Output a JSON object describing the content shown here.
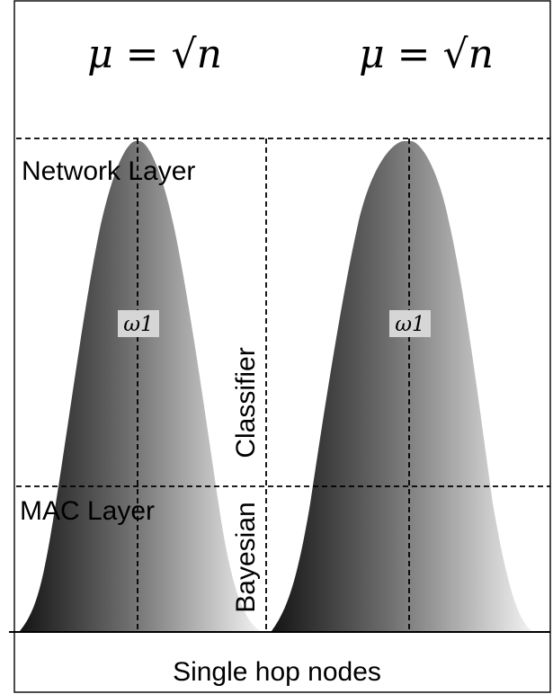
{
  "formulas": {
    "left": "μ = √n",
    "right": "μ = √n"
  },
  "labels": {
    "network_layer": "Network Layer",
    "mac_layer": "MAC Layer",
    "classifier": "Classifier",
    "bayesian": "Bayesian",
    "footer": "Single hop nodes"
  },
  "peaks": {
    "left_marker": "ω1",
    "right_marker": "ω1"
  },
  "colors": {
    "peak_dark": "#141414",
    "peak_mid": "#6e6e6e",
    "peak_light": "#f2f2f2",
    "marker_box": "#d6d6d6",
    "frame": "#000000"
  }
}
